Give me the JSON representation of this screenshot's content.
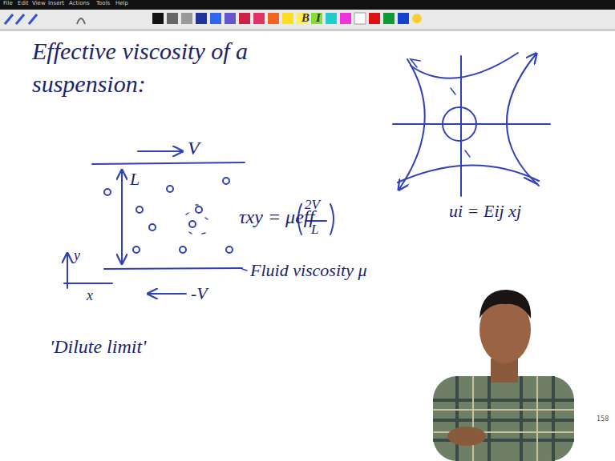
{
  "diagram": {
    "title": "Effective viscosity of a suspension:",
    "labels": [
      "V",
      "L",
      "τxy = μeff",
      "2V",
      "L",
      "Fluid viscosity μ",
      "y",
      "x",
      "-V",
      "'Dilute limit'",
      "ui = Eij xj",
      "158",
      "B",
      "I",
      "File",
      "Edit",
      "View",
      "Insert",
      "Actions",
      "Tools",
      "Help"
    ]
  }
}
